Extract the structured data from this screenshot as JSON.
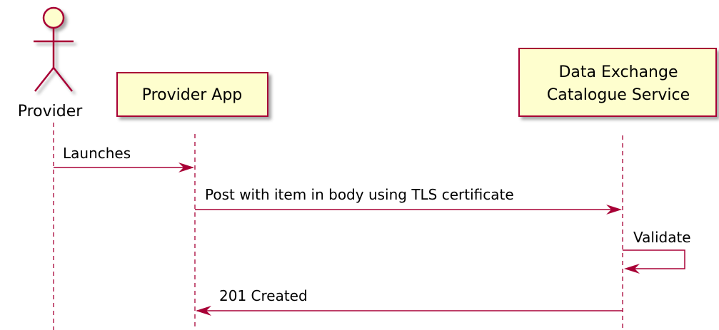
{
  "diagram": {
    "type": "sequence",
    "colors": {
      "participant_fill": "#FEFECE",
      "participant_border": "#A80036",
      "lifeline": "#A80036",
      "arrow": "#A80036",
      "text": "#000000"
    },
    "participants": {
      "provider": {
        "label": "Provider",
        "kind": "actor"
      },
      "provider_app": {
        "label": "Provider App",
        "kind": "participant"
      },
      "catalogue": {
        "line1": "Data Exchange",
        "line2": "Catalogue Service",
        "kind": "participant"
      }
    },
    "messages": [
      {
        "from": "Provider",
        "to": "Provider App",
        "label": "Launches"
      },
      {
        "from": "Provider App",
        "to": "Data Exchange Catalogue Service",
        "label": "Post with item in body using TLS certificate"
      },
      {
        "from": "Data Exchange Catalogue Service",
        "to": "Data Exchange Catalogue Service",
        "label": "Validate"
      },
      {
        "from": "Data Exchange Catalogue Service",
        "to": "Provider App",
        "label": "201 Created"
      }
    ]
  }
}
